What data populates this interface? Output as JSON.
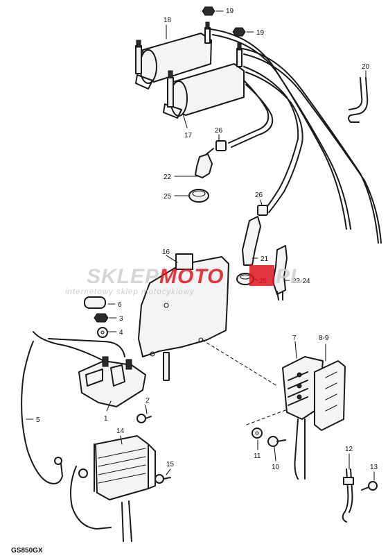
{
  "model_code": "GS850GX",
  "watermark": {
    "brand_part1": "SKLEP",
    "brand_part2": "MOTO",
    "brand_part3": "PL",
    "tagline": "internetowy sklep motocyklowy",
    "colors": {
      "gray": "#cfcfcf",
      "red": "#e0141e"
    }
  },
  "callouts": {
    "c1": "1",
    "c2": "2",
    "c3": "3",
    "c4": "4",
    "c5": "5",
    "c6": "6",
    "c7": "7",
    "c8_9": "8-9",
    "c10": "10",
    "c11": "11",
    "c12": "12",
    "c13": "13",
    "c14": "14",
    "c15": "15",
    "c16": "16",
    "c17": "17",
    "c18": "18",
    "c19a": "19",
    "c19b": "19",
    "c20": "20",
    "c21": "21",
    "c22": "22",
    "c23_24": "23-24",
    "c25a": "25",
    "c25b": "25",
    "c26a": "26",
    "c26b": "26"
  }
}
